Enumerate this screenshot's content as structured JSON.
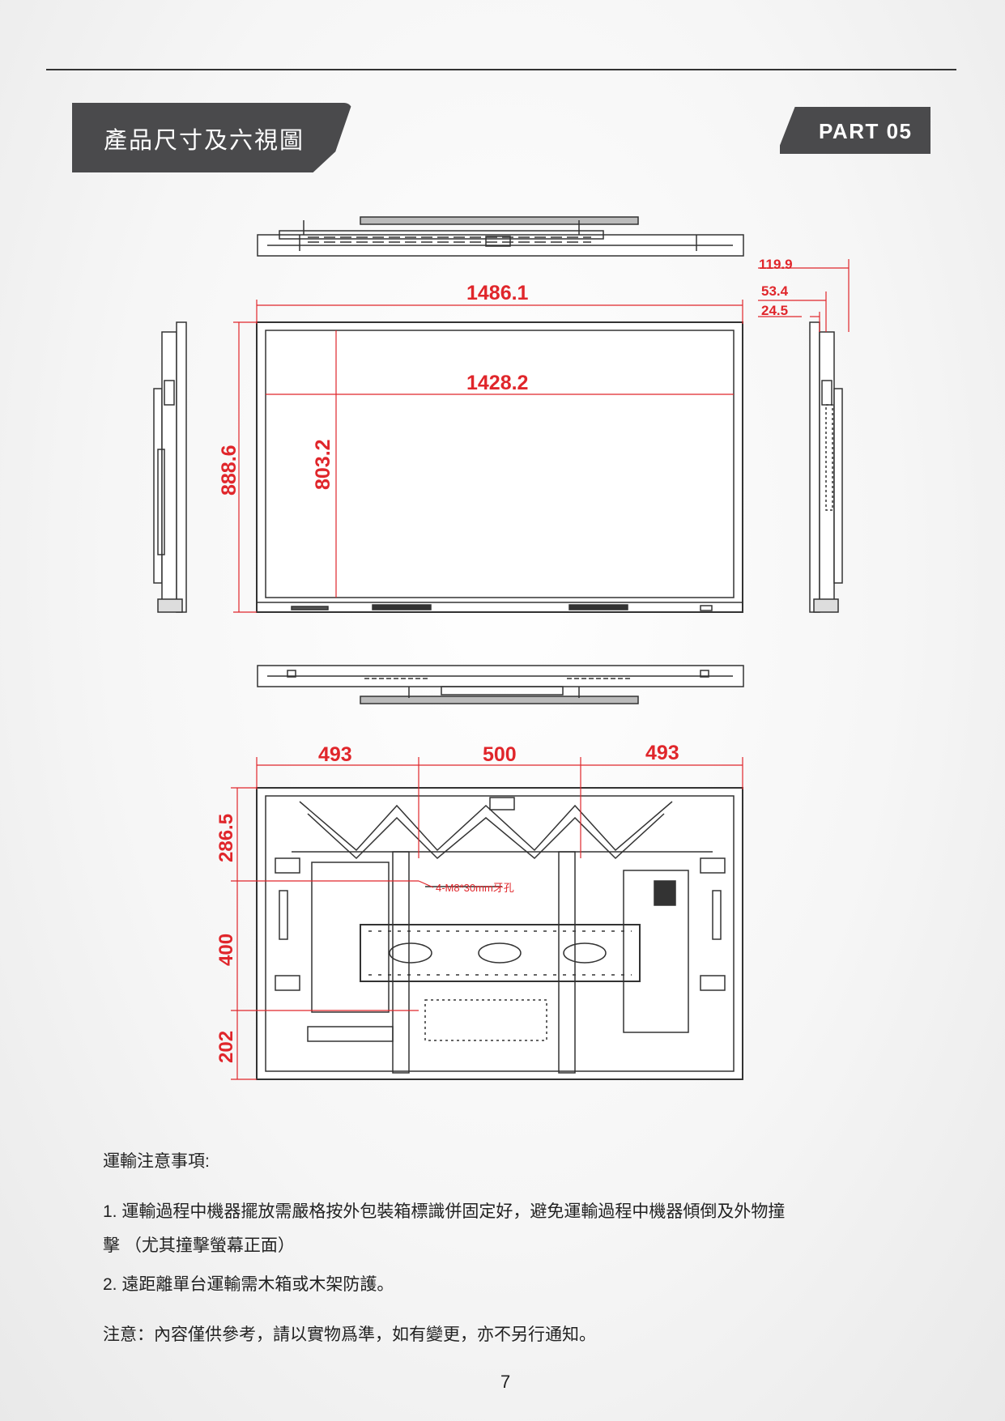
{
  "header": {
    "title": "產品尺寸及六視圖",
    "part": "PART 05"
  },
  "dimensions": {
    "depth_total": "119.9",
    "depth_mid": "53.4",
    "depth_panel": "24.5",
    "outer_width": "1486.1",
    "screen_width": "1428.2",
    "outer_height": "888.6",
    "screen_height": "803.2",
    "rear_left": "493",
    "rear_center": "500",
    "rear_right": "493",
    "rear_v_top": "286.5",
    "rear_v_mid": "400",
    "rear_v_bottom": "202",
    "mount_hole": "4-M8*30mm牙孔"
  },
  "notes": {
    "heading": "運輸注意事項:",
    "item1_line1": "1. 運輸過程中機器擺放需嚴格按外包裝箱標識併固定好，避免運輸過程中機器傾倒及外物撞",
    "item1_line2": "擊 （尤其撞擊螢幕正面）",
    "item2": "2. 遠距離單台運輸需木箱或木架防護。",
    "disclaimer": "注意：內容僅供參考，請以實物爲準，如有變更，亦不另行通知。"
  },
  "page_number": "7"
}
